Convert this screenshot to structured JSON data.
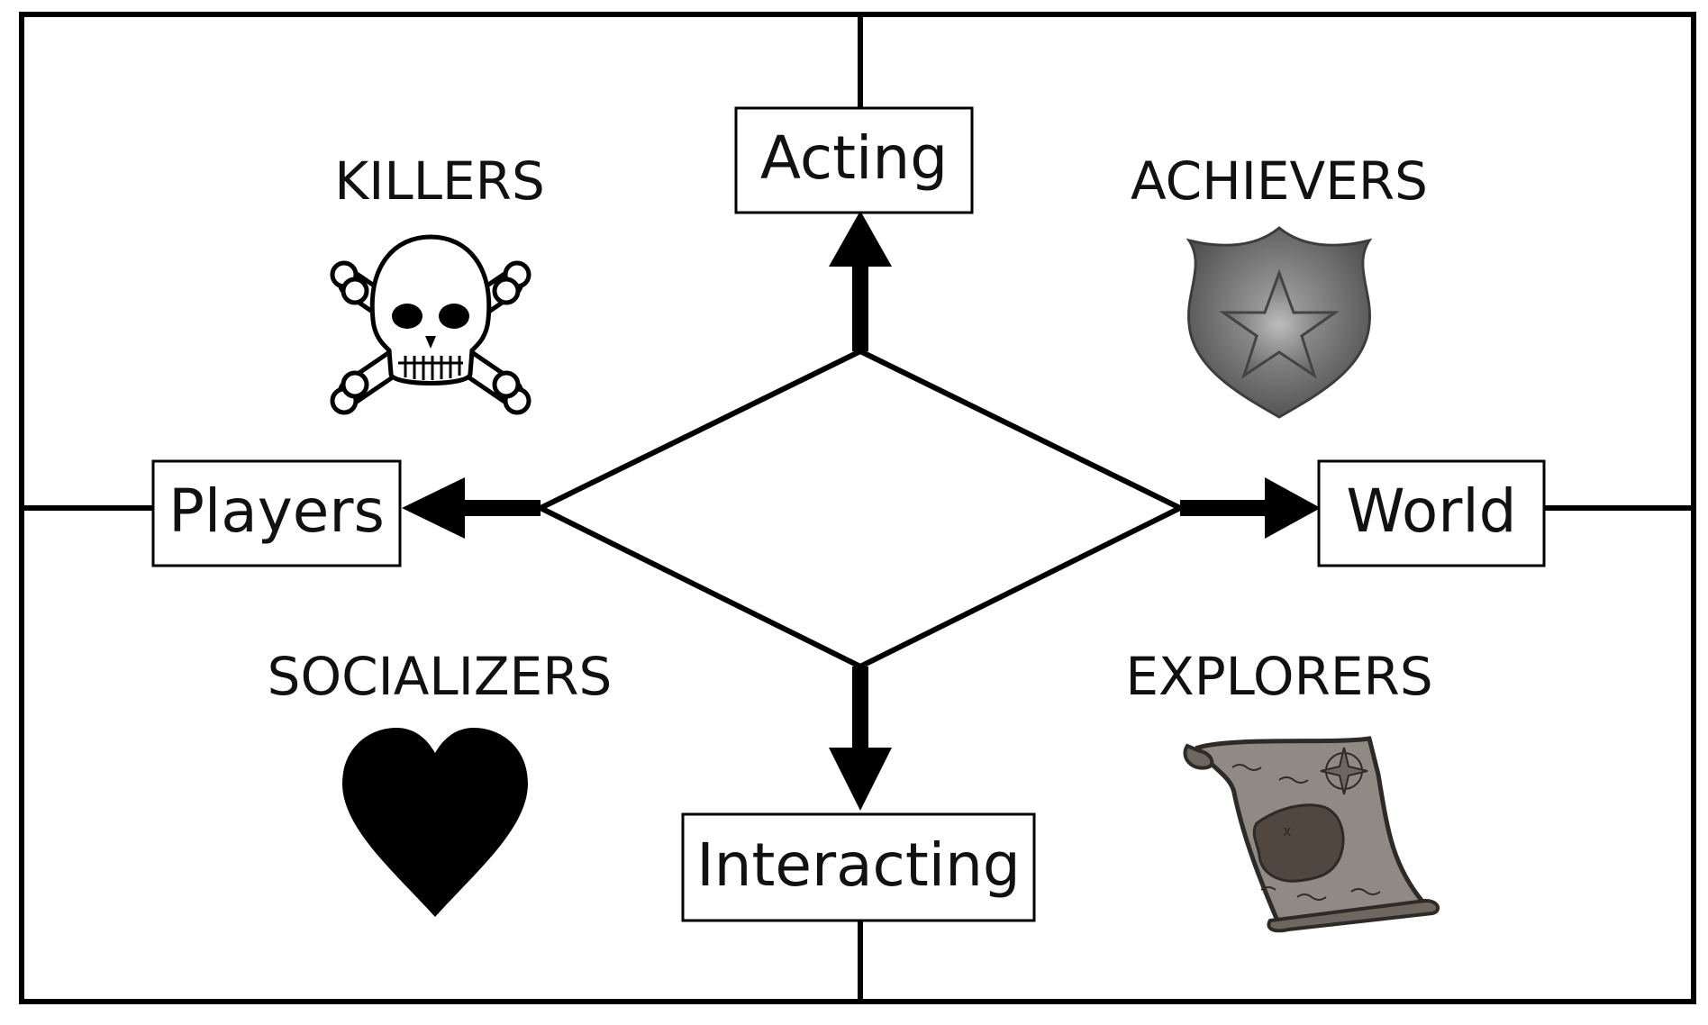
{
  "axes": {
    "top": "Acting",
    "bottom": "Interacting",
    "left": "Players",
    "right": "World"
  },
  "quadrants": {
    "top_left": {
      "label": "KILLERS",
      "icon": "skull-crossbones-icon"
    },
    "top_right": {
      "label": "ACHIEVERS",
      "icon": "badge-shield-icon"
    },
    "bottom_left": {
      "label": "SOCIALIZERS",
      "icon": "heart-icon"
    },
    "bottom_right": {
      "label": "EXPLORERS",
      "icon": "treasure-map-icon"
    }
  },
  "colors": {
    "line": "#000000",
    "badge": "#6e6e6e",
    "map_paper": "#8f8a83",
    "map_land": "#4f4740"
  }
}
